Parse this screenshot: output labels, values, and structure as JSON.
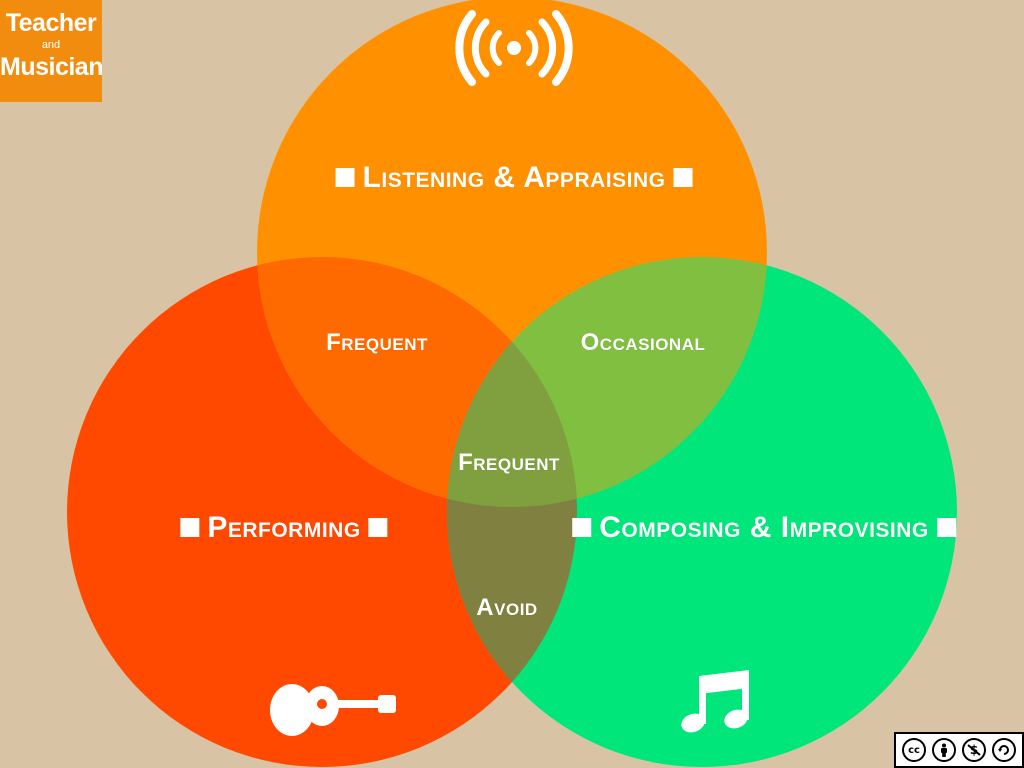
{
  "logo": {
    "line1": "Teacher",
    "line2": "and",
    "line3": "Musician"
  },
  "sets": {
    "listening": {
      "label": "Listening & Appraising",
      "color": "#ff9100",
      "icon": "radio-broadcast-icon"
    },
    "performing": {
      "label": "Performing",
      "color": "#ff4800",
      "icon": "guitar-icon"
    },
    "composing": {
      "label": "Composing & Improvising",
      "color": "#00e67a",
      "icon": "music-notes-icon"
    }
  },
  "intersections": {
    "listening_performing": "Frequent",
    "listening_composing": "Occasional",
    "all_three": "Frequent",
    "performing_composing": "Avoid"
  },
  "overlap_colors": {
    "listening_performing": "#ff6a00",
    "listening_composing": "#80bf40",
    "all_three": "#80a040",
    "performing_composing": "#808040"
  },
  "license": {
    "icons": [
      "cc-icon",
      "by-icon",
      "nc-icon",
      "sa-icon"
    ],
    "cc_text": "cc"
  }
}
